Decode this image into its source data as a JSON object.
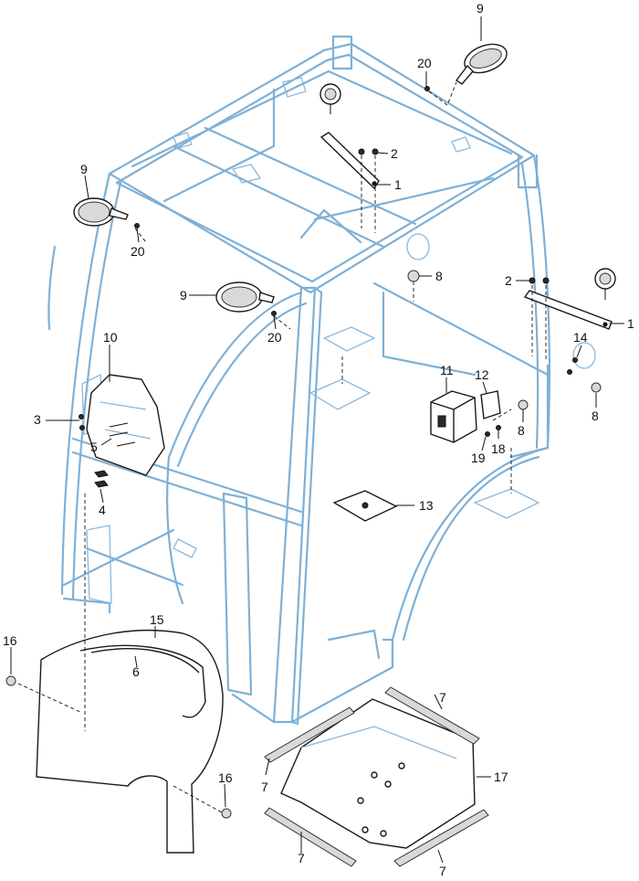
{
  "callouts": {
    "c1a": "1",
    "c1b": "1",
    "c2a": "2",
    "c2b": "2",
    "c3": "3",
    "c4": "4",
    "c5": "5",
    "c6": "6",
    "c7a": "7",
    "c7b": "7",
    "c7c": "7",
    "c7d": "7",
    "c8a": "8",
    "c8b": "8",
    "c8c": "8",
    "c9a": "9",
    "c9b": "9",
    "c9c": "9",
    "c10": "10",
    "c11": "11",
    "c12": "12",
    "c13": "13",
    "c14": "14",
    "c15": "15",
    "c16a": "16",
    "c16b": "16",
    "c17": "17",
    "c18": "18",
    "c19": "19",
    "c20a": "20",
    "c20b": "20",
    "c20c": "20"
  }
}
